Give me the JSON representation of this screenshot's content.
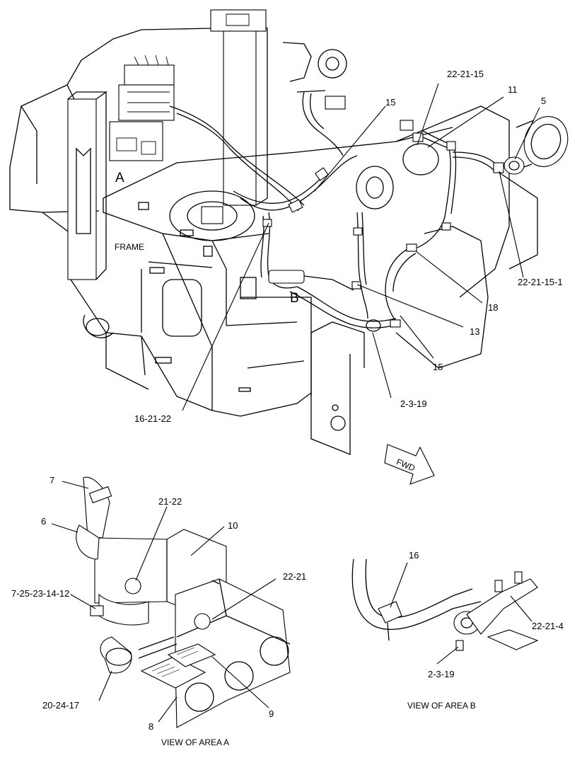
{
  "callouts": {
    "c_22_21_15": "22-21-15",
    "c_15_top": "15",
    "c_11": "11",
    "c_5": "5",
    "c_22_21_15_1": "22-21-15-1",
    "c_18": "18",
    "c_13": "13",
    "c_15_bottom": "15",
    "c_2_3_19_main": "2-3-19",
    "c_16_21_22": "16-21-22",
    "c_7": "7",
    "c_6": "6",
    "c_21_22": "21-22",
    "c_10": "10",
    "c_22_21": "22-21",
    "c_7_25_23_14_12": "7-25-23-14-12",
    "c_20_24_17": "20-24-17",
    "c_9": "9",
    "c_8": "8",
    "c_16": "16",
    "c_22_21_4": "22-21-4",
    "c_2_3_19_b": "2-3-19"
  },
  "area_markers": {
    "a": "A",
    "b": "B"
  },
  "labels": {
    "frame": "FRAME",
    "fwd": "FWD",
    "view_a": "VIEW OF AREA A",
    "view_b": "VIEW OF AREA B"
  }
}
